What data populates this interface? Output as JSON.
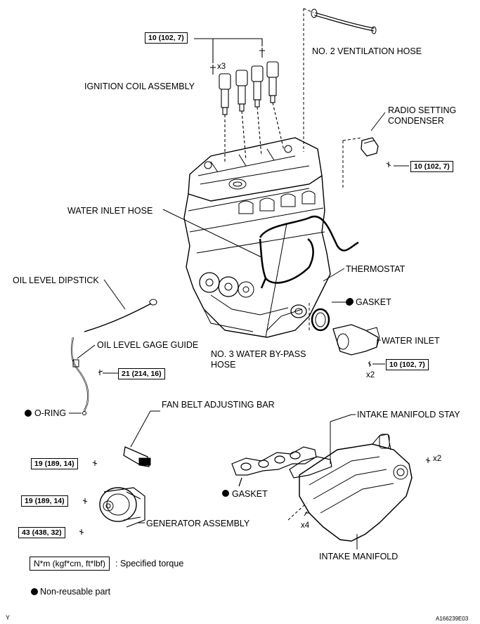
{
  "labels": {
    "ventilation_hose": "NO. 2 VENTILATION HOSE",
    "ignition_coil": "IGNITION COIL ASSEMBLY",
    "radio_condenser_1": "RADIO SETTING",
    "radio_condenser_2": "CONDENSER",
    "water_inlet_hose": "WATER INLET HOSE",
    "oil_dipstick": "OIL LEVEL DIPSTICK",
    "thermostat": "THERMOSTAT",
    "gasket_upper": "GASKET",
    "water_inlet": "WATER INLET",
    "oil_gage_guide": "OIL LEVEL GAGE GUIDE",
    "bypass_hose_1": "NO. 3 WATER BY-PASS",
    "bypass_hose_2": "HOSE",
    "o_ring": "O-RING",
    "fan_belt_bar": "FAN BELT ADJUSTING BAR",
    "intake_stay": "INTAKE MANIFOLD STAY",
    "gasket_lower": "GASKET",
    "generator": "GENERATOR ASSEMBLY",
    "intake_manifold": "INTAKE MANIFOLD"
  },
  "torques": {
    "coil": "10 (102, 7)",
    "condenser": "10 (102, 7)",
    "gage_guide": "21 (214, 16)",
    "water_inlet": "10 (102, 7)",
    "fan_bar": "19 (189, 14)",
    "gen_upper": "19 (189, 14)",
    "gen_lower": "43 (438, 32)"
  },
  "quantities": {
    "coil": "x3",
    "water_inlet": "x2",
    "manifold_right": "x2",
    "manifold_lower": "x4"
  },
  "legend": {
    "torque_box": "N*m (kgf*cm, ft*lbf)",
    "torque_text": ": Specified torque",
    "non_reusable": "Non-reusable part"
  },
  "footer": {
    "left_mark": "Y",
    "figure_id": "A166239E03"
  }
}
